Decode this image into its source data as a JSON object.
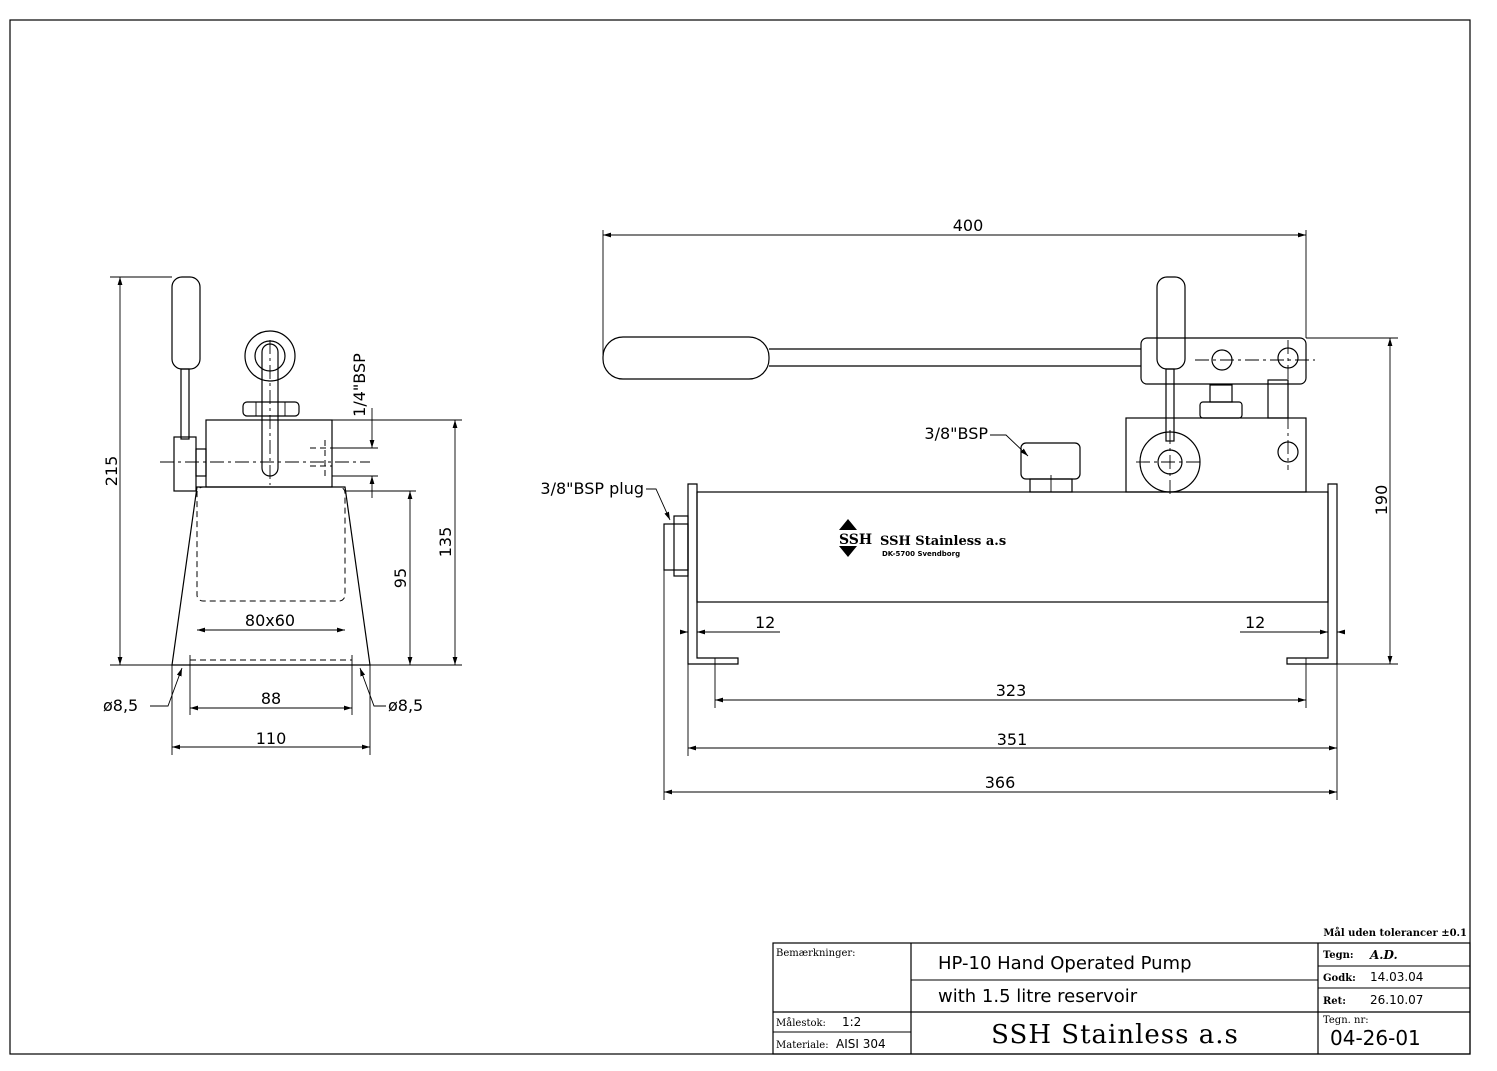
{
  "front_view": {
    "dim_height_total": "215",
    "dim_height_body": "135",
    "dim_height_tank": "95",
    "dim_port": "1/4\"BSP",
    "dim_window": "80x60",
    "dim_hole_spacing": "88",
    "dim_base_width": "110",
    "hole_left": "ø8,5",
    "hole_right": "ø8,5"
  },
  "side_view": {
    "dim_handle_length": "400",
    "dim_height": "190",
    "dim_foot_left": "12",
    "dim_foot_right": "12",
    "dim_hole_spacing": "323",
    "dim_tank_length": "351",
    "dim_overall_length": "366",
    "port_label": "3/8\"BSP",
    "plug_label": "3/8\"BSP plug",
    "logo_name": "SSH Stainless a.s",
    "logo_sub": "DK-5700 Svendborg"
  },
  "title_block": {
    "tolerance_note": "Mål uden tolerancer ±0.1",
    "remarks_label": "Bemærkninger:",
    "title_line1": "HP-10 Hand Operated Pump",
    "title_line2": "with 1.5 litre reservoir",
    "scale_label": "Målestok:",
    "scale_value": "1:2",
    "material_label": "Materiale:",
    "material_value": "AISI 304",
    "company": "SSH Stainless a.s",
    "drawn_label": "Tegn:",
    "drawn_value": "A.D.",
    "approved_label": "Godk:",
    "approved_value": "14.03.04",
    "revised_label": "Ret:",
    "revised_value": "26.10.07",
    "drawing_no_label": "Tegn. nr:",
    "drawing_no_value": "04-26-01"
  }
}
